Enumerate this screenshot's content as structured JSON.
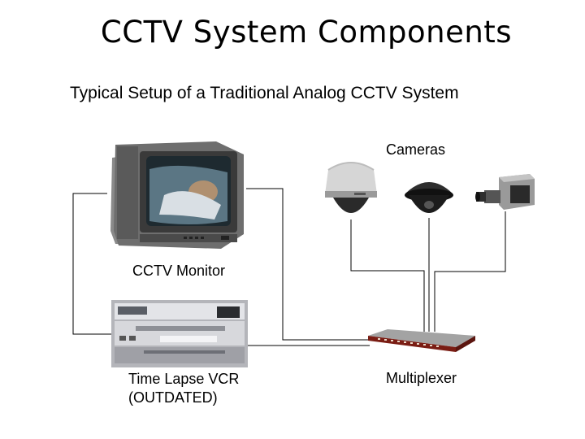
{
  "slide": {
    "title": "CCTV System Components",
    "subtitle": "Typical Setup of a Traditional Analog CCTV System"
  },
  "labels": {
    "cameras": "Cameras",
    "monitor": "CCTV Monitor",
    "vcr_line1": "Time Lapse VCR",
    "vcr_line2": "(OUTDATED)",
    "multiplexer": "Multiplexer"
  },
  "colors": {
    "wire": "#000000",
    "monitor_body": "#6e6e6e",
    "vcr_body": "#c8c8cc",
    "mux_body": "#7a1d14",
    "dome_camera": "#d6d6d6",
    "black_dome": "#1c1c1c",
    "box_camera": "#9a9a9a"
  },
  "icons": [
    "monitor-image",
    "vcr-image",
    "dome-camera-image",
    "black-dome-camera-image",
    "box-camera-image",
    "multiplexer-image"
  ]
}
